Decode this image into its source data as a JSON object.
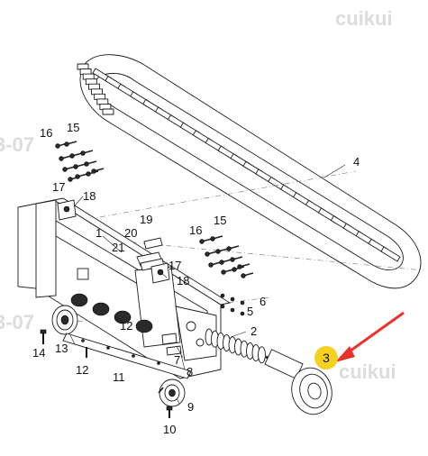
{
  "watermark": {
    "top": "cuikui",
    "left_top": "3-07",
    "left_mid": "3-07",
    "bottom": "cuikui"
  },
  "callouts": [
    {
      "id": "c16a",
      "text": "16"
    },
    {
      "id": "c15a",
      "text": "15"
    },
    {
      "id": "c17a",
      "text": "17"
    },
    {
      "id": "c18a",
      "text": "18"
    },
    {
      "id": "c1",
      "text": "1"
    },
    {
      "id": "c19",
      "text": "19"
    },
    {
      "id": "c20",
      "text": "20"
    },
    {
      "id": "c21",
      "text": "21"
    },
    {
      "id": "c16b",
      "text": "16"
    },
    {
      "id": "c15b",
      "text": "15"
    },
    {
      "id": "c17b",
      "text": "17"
    },
    {
      "id": "c18b",
      "text": "18"
    },
    {
      "id": "c6",
      "text": "6"
    },
    {
      "id": "c5",
      "text": "5"
    },
    {
      "id": "c4",
      "text": "4"
    },
    {
      "id": "c2",
      "text": "2"
    },
    {
      "id": "c12a",
      "text": "12"
    },
    {
      "id": "c13",
      "text": "13"
    },
    {
      "id": "c14",
      "text": "14"
    },
    {
      "id": "c12b",
      "text": "12"
    },
    {
      "id": "c7",
      "text": "7"
    },
    {
      "id": "c8",
      "text": "8"
    },
    {
      "id": "c11",
      "text": "11"
    },
    {
      "id": "c9",
      "text": "9"
    },
    {
      "id": "c10",
      "text": "10"
    }
  ],
  "highlight": {
    "text": "3",
    "badge_color": "#f5d21f",
    "arrow_color": "#e8322b"
  }
}
